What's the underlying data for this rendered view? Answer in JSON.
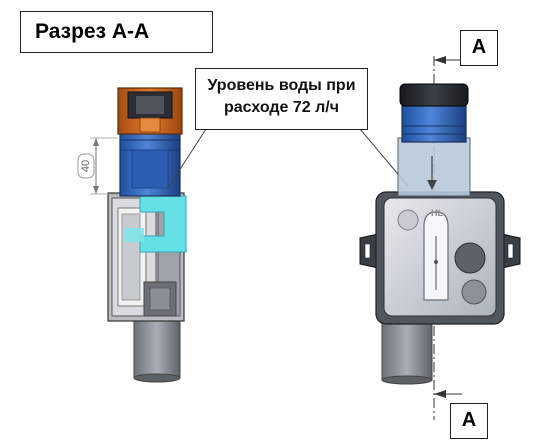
{
  "title": "Разрез А-А",
  "callout": {
    "line1": "Уровень воды при",
    "line2": "расходе 72 л/ч"
  },
  "section_marks": {
    "top": "А",
    "bottom": "А"
  },
  "dimension": "40",
  "logo_text": "HL",
  "colors": {
    "blue_body": "#2f63b8",
    "orange_cap": "#c8641e",
    "water": "#66e0e6",
    "grey_housing": "#8a8f97",
    "dark_cap": "#22262c"
  }
}
